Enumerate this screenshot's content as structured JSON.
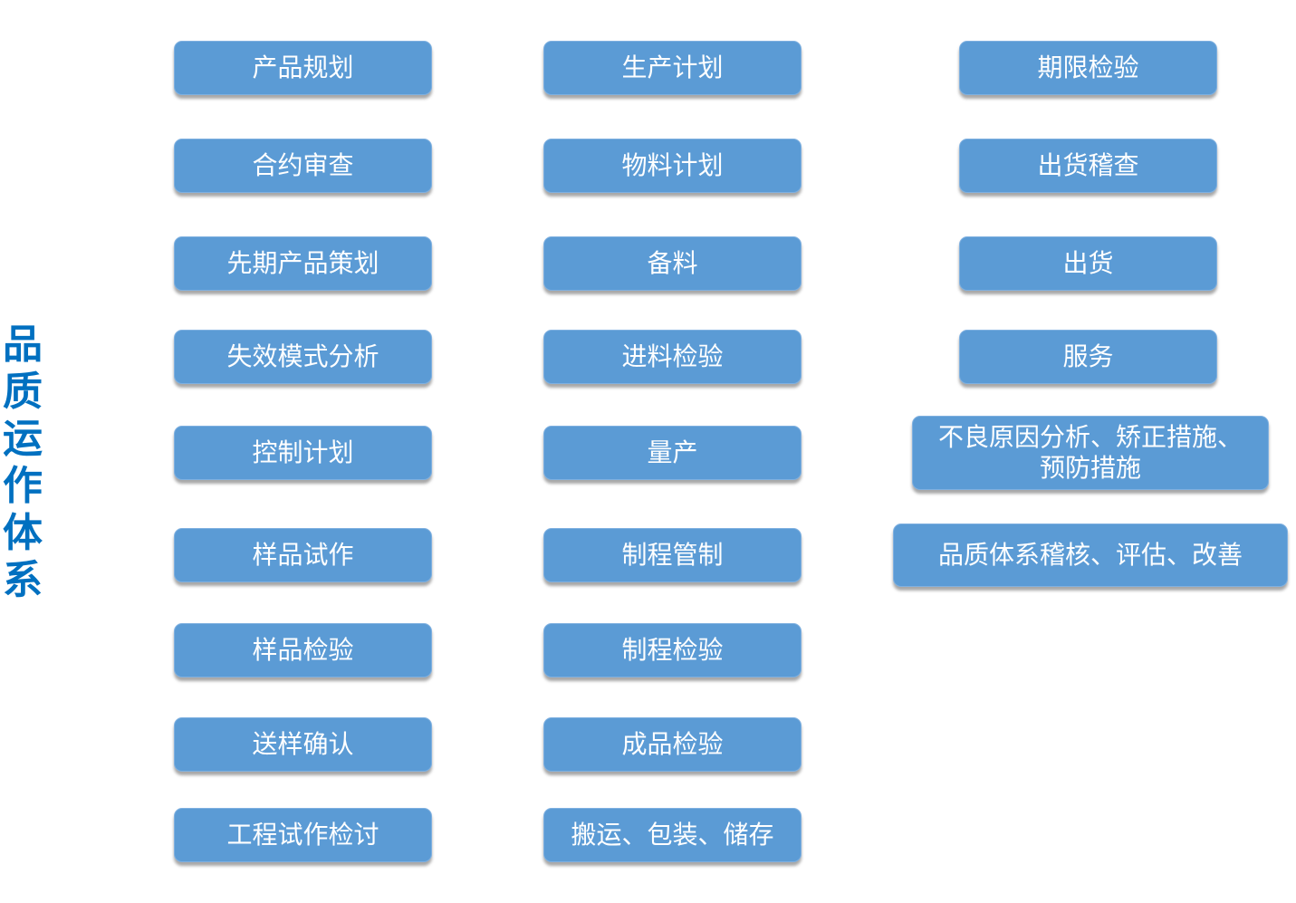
{
  "title": "品质运作体系",
  "columns": [
    {
      "items": [
        "产品规划",
        "合约审查",
        "先期产品策划",
        "失效模式分析",
        "控制计划",
        "样品试作",
        "样品检验",
        "送样确认",
        "工程试作检讨"
      ]
    },
    {
      "items": [
        "生产计划",
        "物料计划",
        "备料",
        "进料检验",
        "量产",
        "制程管制",
        "制程检验",
        "成品检验",
        "搬运、包装、储存"
      ]
    },
    {
      "items": [
        "期限检验",
        "出货稽查",
        "出货",
        "服务",
        "不良原因分析、矫正措施、预防措施",
        "品质体系稽核、评估、改善"
      ]
    }
  ],
  "colors": {
    "box_fill": "#5b9bd5",
    "box_text": "#ffffff",
    "title": "#0070c0"
  }
}
